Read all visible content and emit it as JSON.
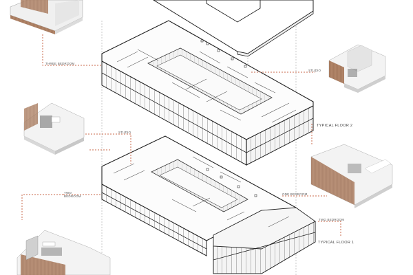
{
  "diagram": {
    "type": "exploded-axonometric",
    "accent_color": "#c8694b",
    "line_color": "#2a2a2a",
    "wood_color": "#a87a5e",
    "layers": [
      {
        "id": "roof",
        "label": ""
      },
      {
        "id": "typical-floor-2",
        "label": "TYPICAL FLOOR 2"
      },
      {
        "id": "typical-floor-1",
        "label": "TYPICAL FLOOR 1"
      }
    ],
    "unit_callouts": [
      {
        "id": "three-bedroom",
        "label": "THREE BEDROOM"
      },
      {
        "id": "studio-top",
        "label": "STUDIO"
      },
      {
        "id": "studio-left",
        "label": "STUDIO"
      },
      {
        "id": "two-bedroom-left",
        "label": "TWO BEDROOM"
      },
      {
        "id": "one-bedroom",
        "label": "ONE BEDROOM"
      },
      {
        "id": "two-bedroom-right",
        "label": "TWO BEDROOM"
      }
    ]
  }
}
